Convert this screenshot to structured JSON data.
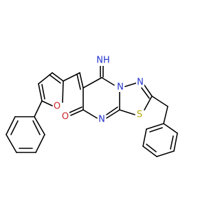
{
  "molecule": {
    "atoms": {
      "imine_label": "NH",
      "n4": "N",
      "n3": "N",
      "n8": "N",
      "s1": "S",
      "o_carbonyl": "O",
      "o_furan": "O"
    },
    "colors": {
      "bond": "#000000",
      "nitrogen": "#2233cc",
      "oxygen": "#cc2222",
      "sulfur": "#b5a300"
    }
  }
}
